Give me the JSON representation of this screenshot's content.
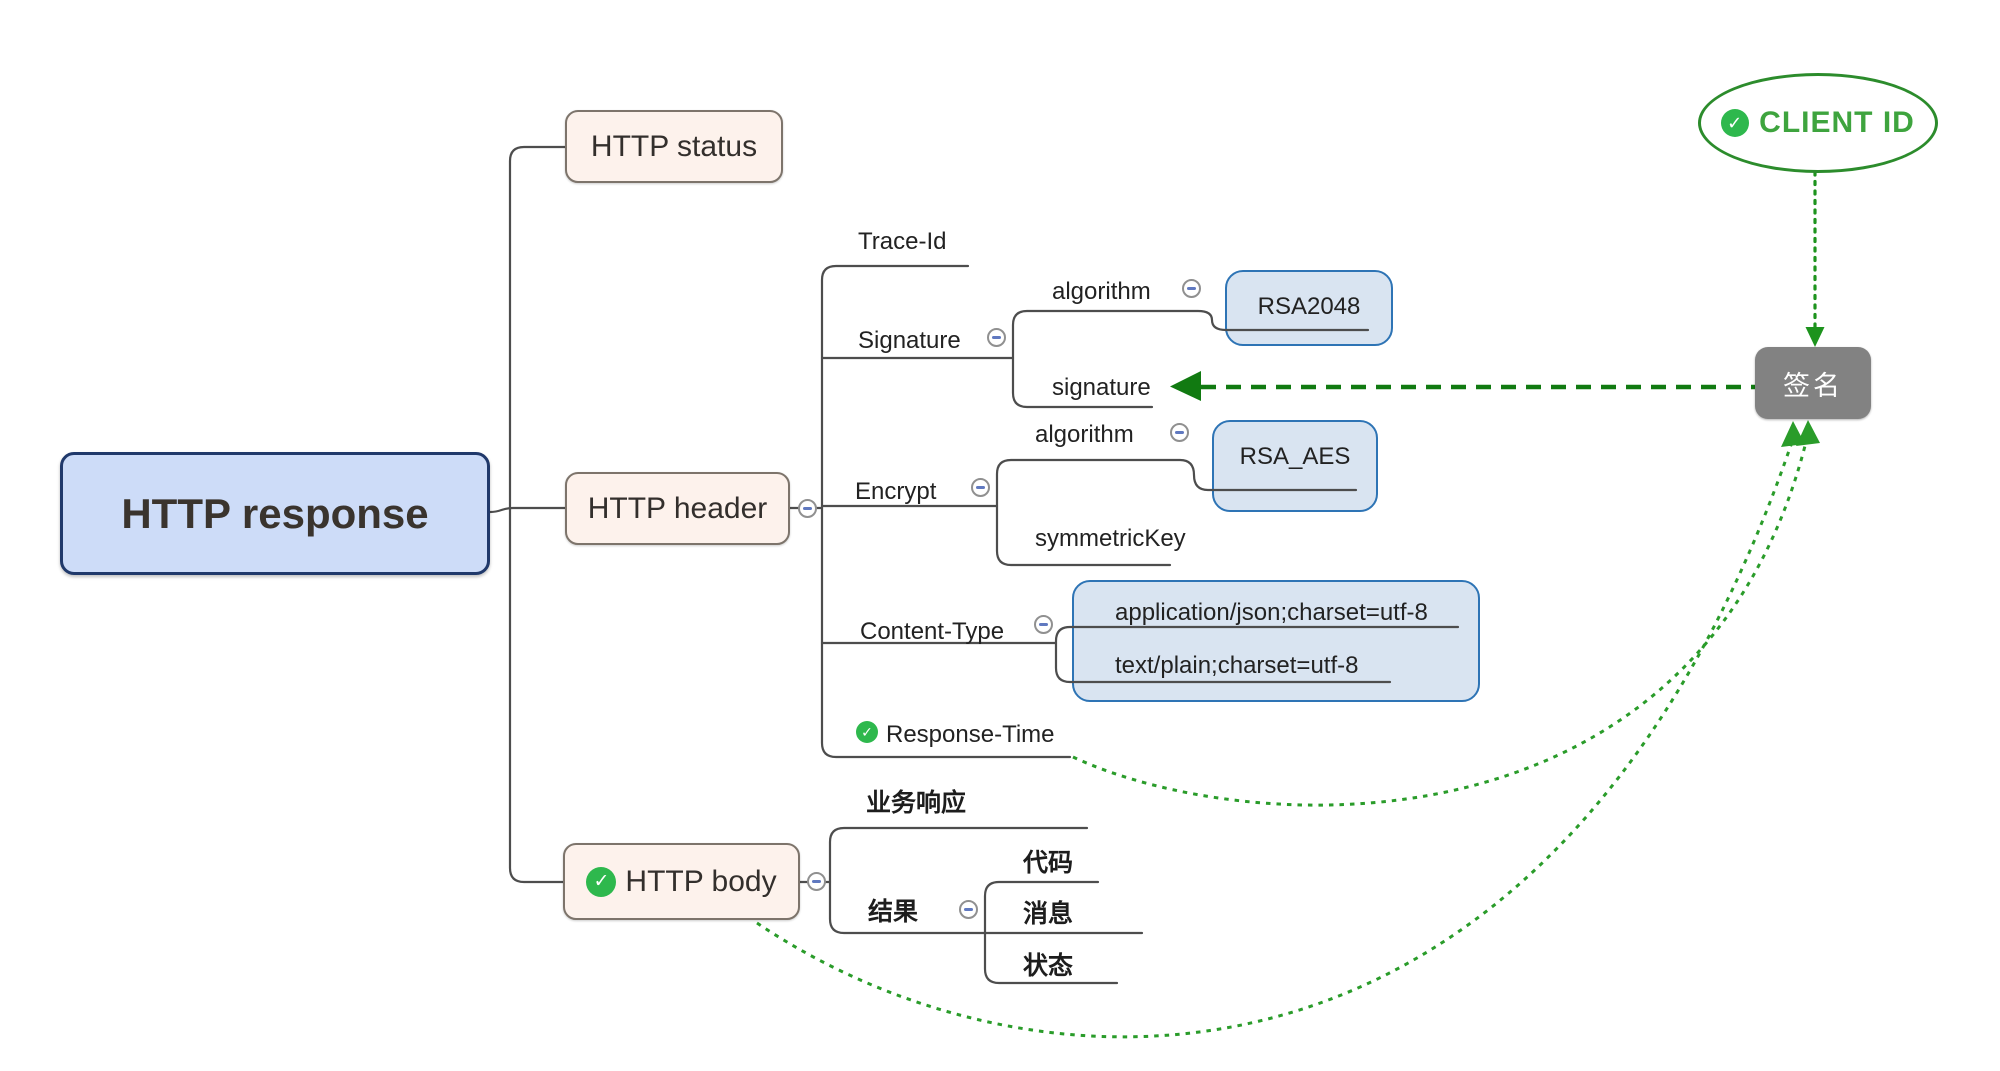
{
  "root": {
    "label": "HTTP response"
  },
  "branches": {
    "status": {
      "label": "HTTP status"
    },
    "header": {
      "label": "HTTP header",
      "trace_id": {
        "label": "Trace-Id"
      },
      "signature": {
        "label": "Signature",
        "algorithm": {
          "label": "algorithm",
          "value": "RSA2048"
        },
        "signature_field": {
          "label": "signature"
        }
      },
      "encrypt": {
        "label": "Encrypt",
        "algorithm": {
          "label": "algorithm",
          "value": "RSA_AES"
        },
        "symmetric_key": {
          "label": "symmetricKey"
        }
      },
      "content_type": {
        "label": "Content-Type",
        "values": [
          "application/json;charset=utf-8",
          "text/plain;charset=utf-8"
        ]
      },
      "response_time": {
        "label": "Response-Time",
        "checked": "true"
      }
    },
    "body": {
      "label": "HTTP body",
      "checked": "true",
      "business_response": {
        "label": "业务响应"
      },
      "result": {
        "label": "结果",
        "children": [
          {
            "label": "代码"
          },
          {
            "label": "消息"
          },
          {
            "label": "状态"
          }
        ]
      }
    }
  },
  "annotations": {
    "client_id": {
      "label": "CLIENT ID",
      "checked": "true"
    },
    "sign_box": {
      "label": "签名"
    }
  },
  "icons": {
    "check": "✓"
  },
  "colors": {
    "root_fill": "#cddcf8",
    "root_border": "#20396b",
    "topic_fill": "#fdf2ec",
    "topic_border": "#7d746b",
    "boundary_fill": "#d9e4f1",
    "boundary_border": "#2e74b5",
    "line_gray": "#4d4d4d",
    "check_green": "#2eb84d",
    "arrow_dark_green": "#117a11",
    "arrow_dotted_green": "#2a9c2a",
    "client_id_green": "#3ea43e",
    "sign_box_gray": "#828282",
    "minus_blue": "#6079c0"
  }
}
